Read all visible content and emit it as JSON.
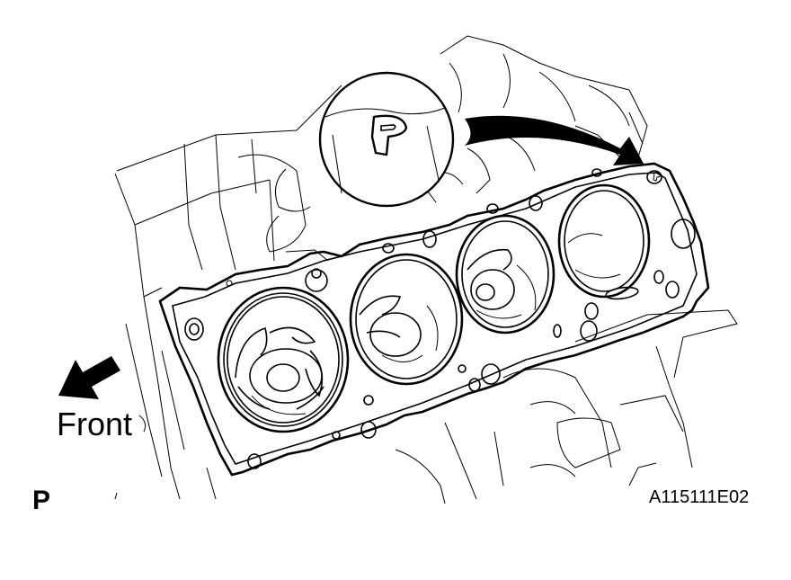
{
  "labels": {
    "front": "Front",
    "view_letter": "P",
    "figure_id": "A115111E02",
    "gasket_mark": "P"
  },
  "colors": {
    "ink": "#000000",
    "paper": "#ffffff"
  },
  "icons": {
    "front_direction": "arrow-down-left-icon",
    "callout_pointer": "curved-arrow-right-icon"
  }
}
